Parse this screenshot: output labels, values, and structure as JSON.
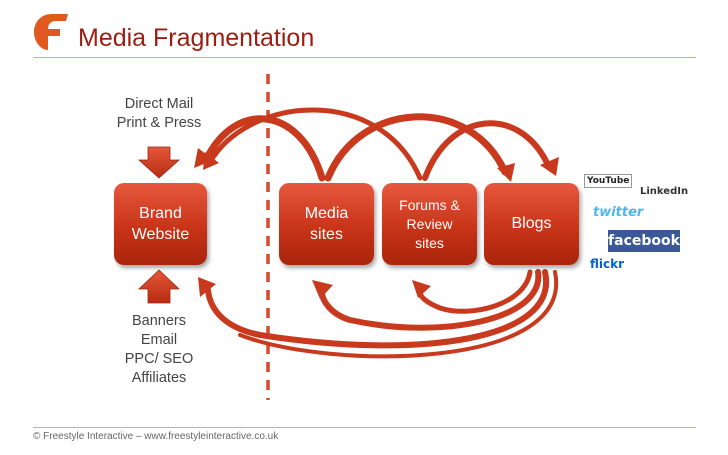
{
  "header": {
    "title": "Media Fragmentation"
  },
  "offline_channels": {
    "top": [
      "Direct Mail",
      "Print & Press"
    ],
    "bottom": [
      "Banners",
      "Email",
      "PPC/ SEO",
      "Affiliates"
    ]
  },
  "boxes": {
    "brand": [
      "Brand",
      "Website"
    ],
    "media": [
      "Media",
      "sites"
    ],
    "forums": [
      "Forums &",
      "Review",
      "sites"
    ],
    "blogs": [
      "Blogs"
    ]
  },
  "social_logos": {
    "youtube": "YouTube",
    "linkedin": "LinkedIn",
    "twitter": "twitter",
    "facebook": "facebook",
    "flickr": "flickr"
  },
  "footer": {
    "text": "© Freestyle Interactive – www.freestyleinteractive.co.uk"
  },
  "colors": {
    "title": "#9b1c10",
    "box_fill": "#c83418",
    "arrow_fill": "#c8391e",
    "divider": "#d8492c",
    "rule": "#d9a98a"
  }
}
